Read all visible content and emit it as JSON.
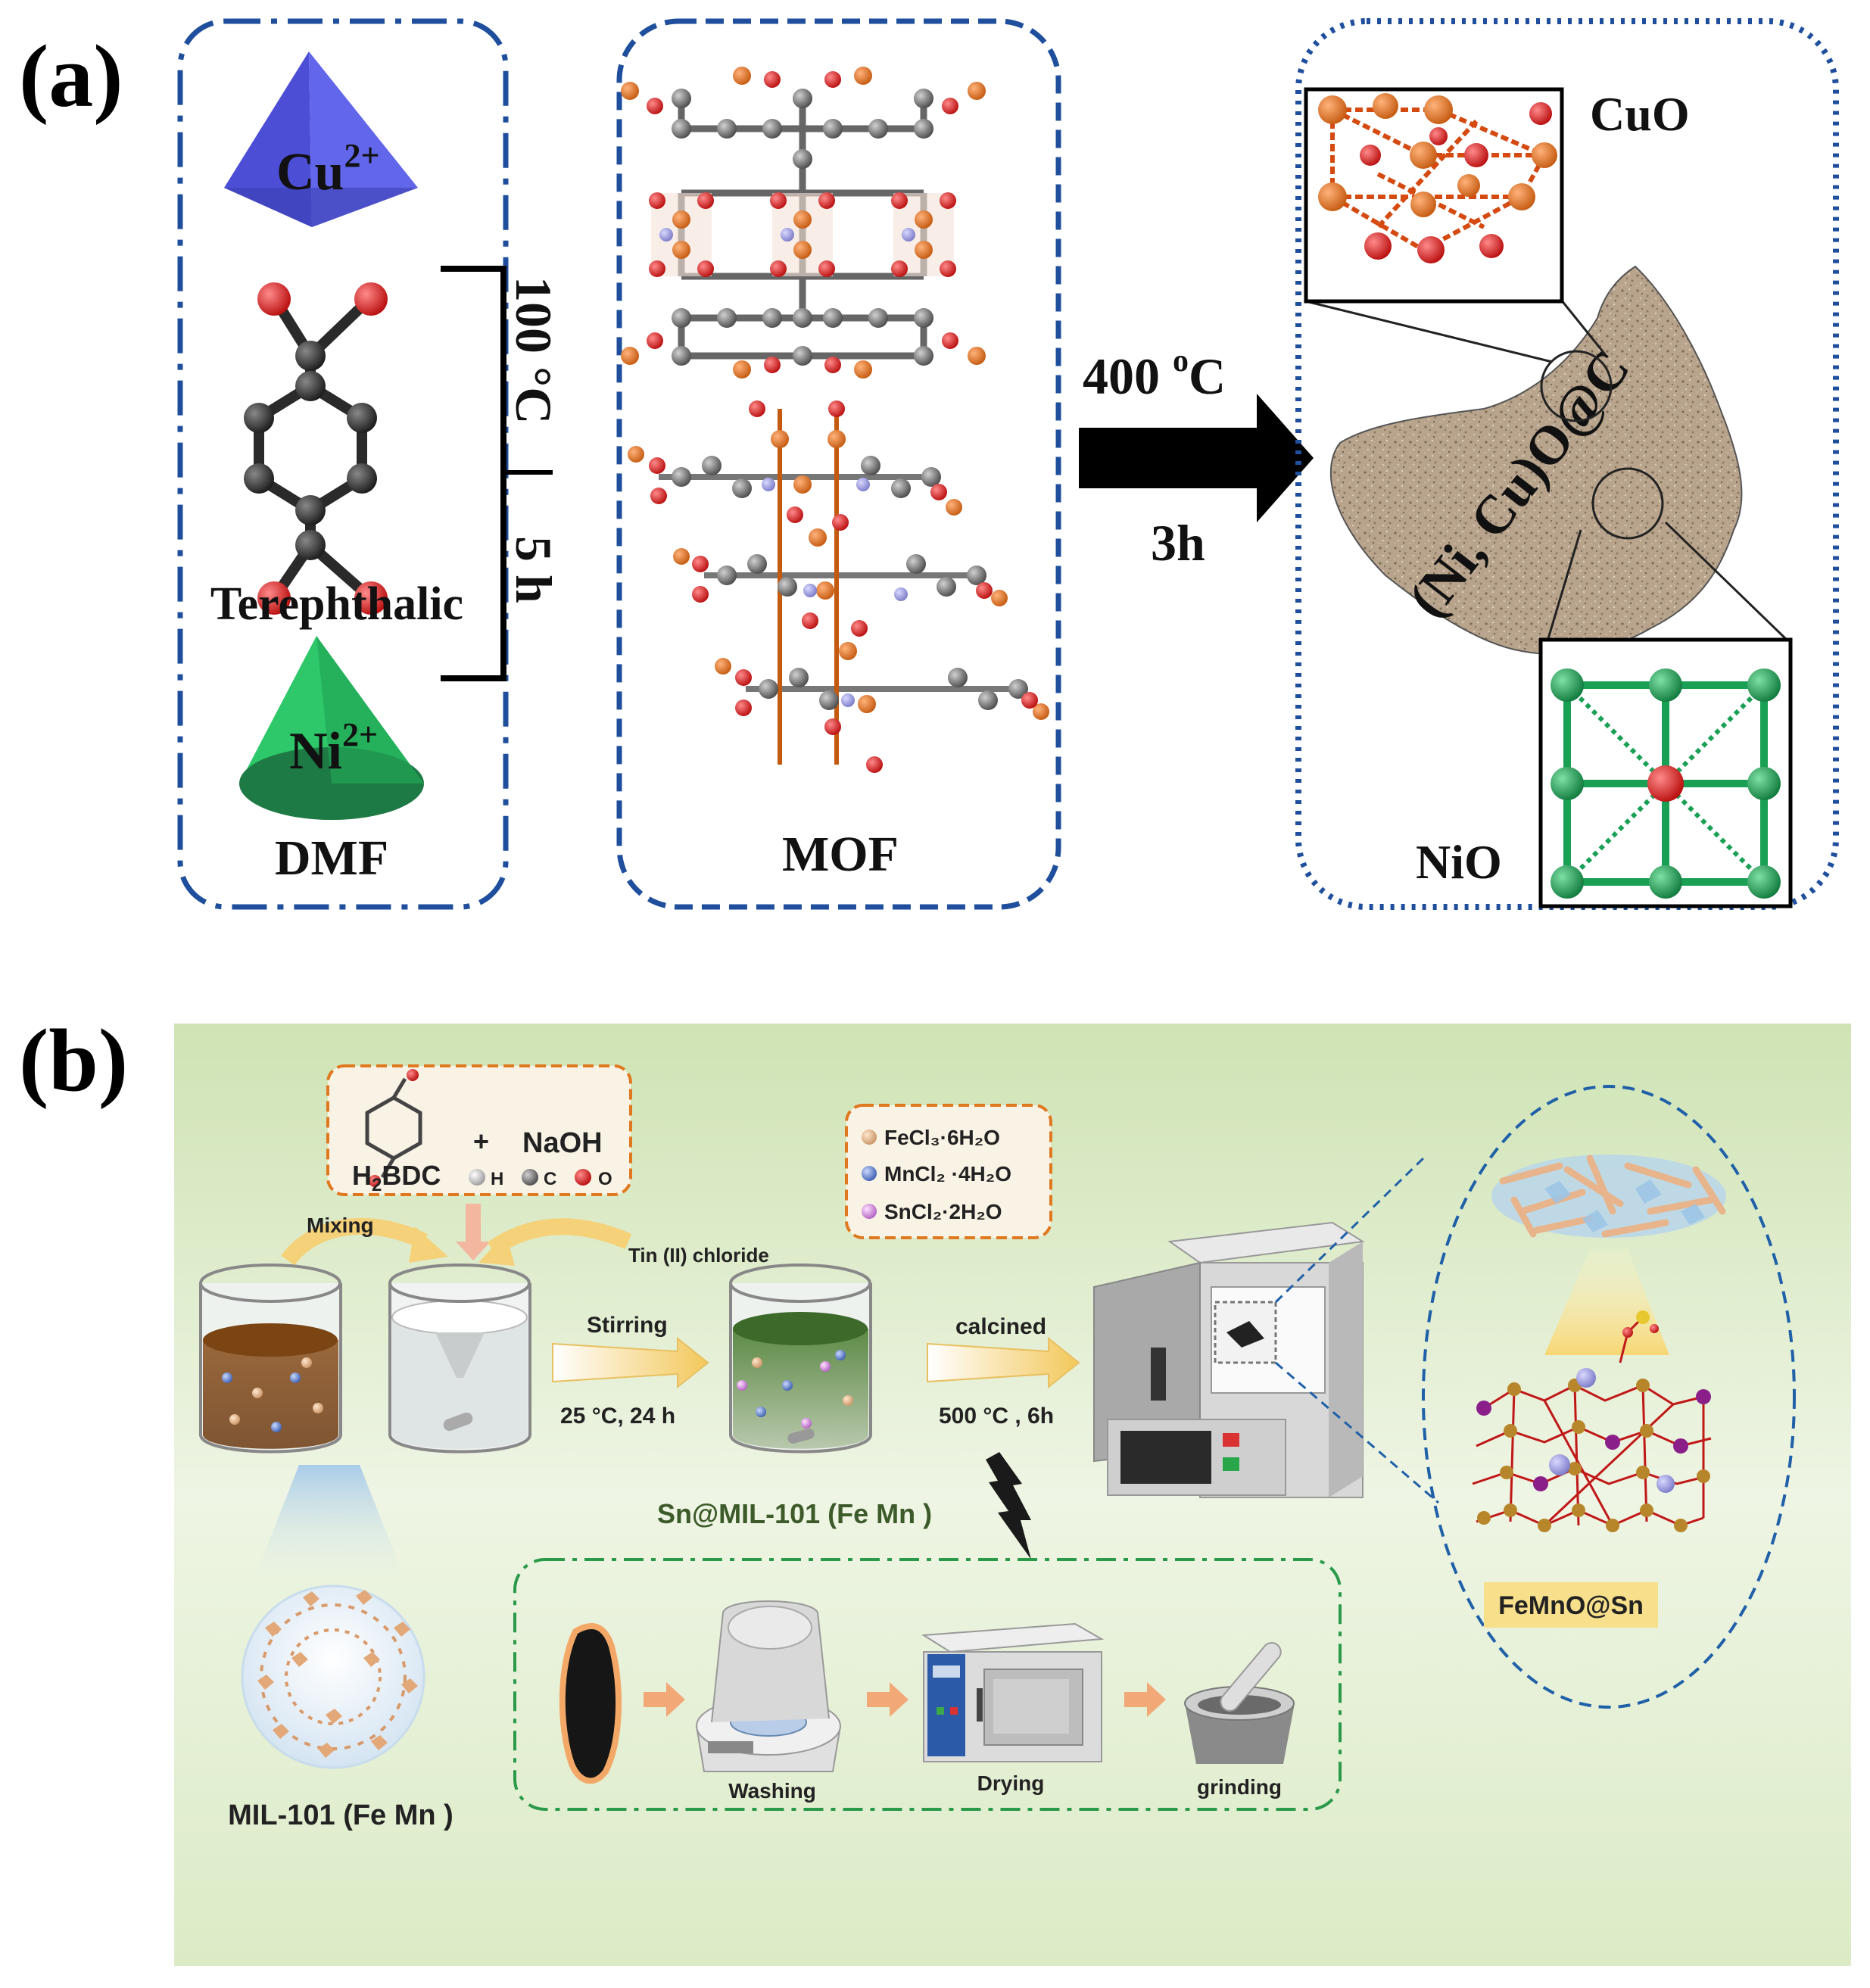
{
  "panel_a": {
    "label": "(a)",
    "cu_ion": "Cu",
    "cu_charge": "2+",
    "linker": "Terephthalic",
    "ni_ion": "Ni",
    "ni_charge": "2+",
    "solvent": "DMF",
    "temp_1": "100 °C",
    "time_1": "5 h",
    "mof": "MOF",
    "calc_temp_val": "400 ",
    "calc_temp_unit": "o",
    "calc_temp_c": "C",
    "calc_time": "3h",
    "product": "(Ni, Cu)O@C",
    "cuo": "CuO",
    "nio": "NiO",
    "colors": {
      "frame": "#1f4f9c",
      "cu_ion": "#5a5fe0",
      "ni_ion": "#2ec86a",
      "oxygen": "#d21a1a",
      "copper": "#e07020",
      "carbon": "#7a7a7a",
      "nickel": "#1aa055"
    }
  },
  "panel_b": {
    "label": "(b)",
    "h2bdc": "H",
    "h2bdc_sub": "2",
    "h2bdc_rest": "BDC",
    "plus": "+",
    "naoh": "NaOH",
    "atom_h": "H",
    "atom_c": "C",
    "atom_o": "O",
    "mixing": "Mixing",
    "tin_chloride": "Tin (II) chloride",
    "stirring": "Stirring",
    "stir_cond": "25 °C, 24 h",
    "calcined": "calcined",
    "calc_cond": "500 °C , 6h",
    "reagent_1": "FeCl₃·6H₂O",
    "reagent_2": "MnCl₂ ·4H₂O",
    "reagent_3": "SnCl₂·2H₂O",
    "intermediate": "Sn@MIL-101 (Fe Mn )",
    "washing": "Washing",
    "drying": "Drying",
    "grinding": "grinding",
    "mil": "MIL-101 (Fe Mn )",
    "product": "FeMnO@Sn",
    "colors": {
      "background": "#e3efd2",
      "product_box": "#f7df8c",
      "intermediate_text": "#3d5a2a",
      "arrow_fill": "#f5d27a"
    }
  }
}
